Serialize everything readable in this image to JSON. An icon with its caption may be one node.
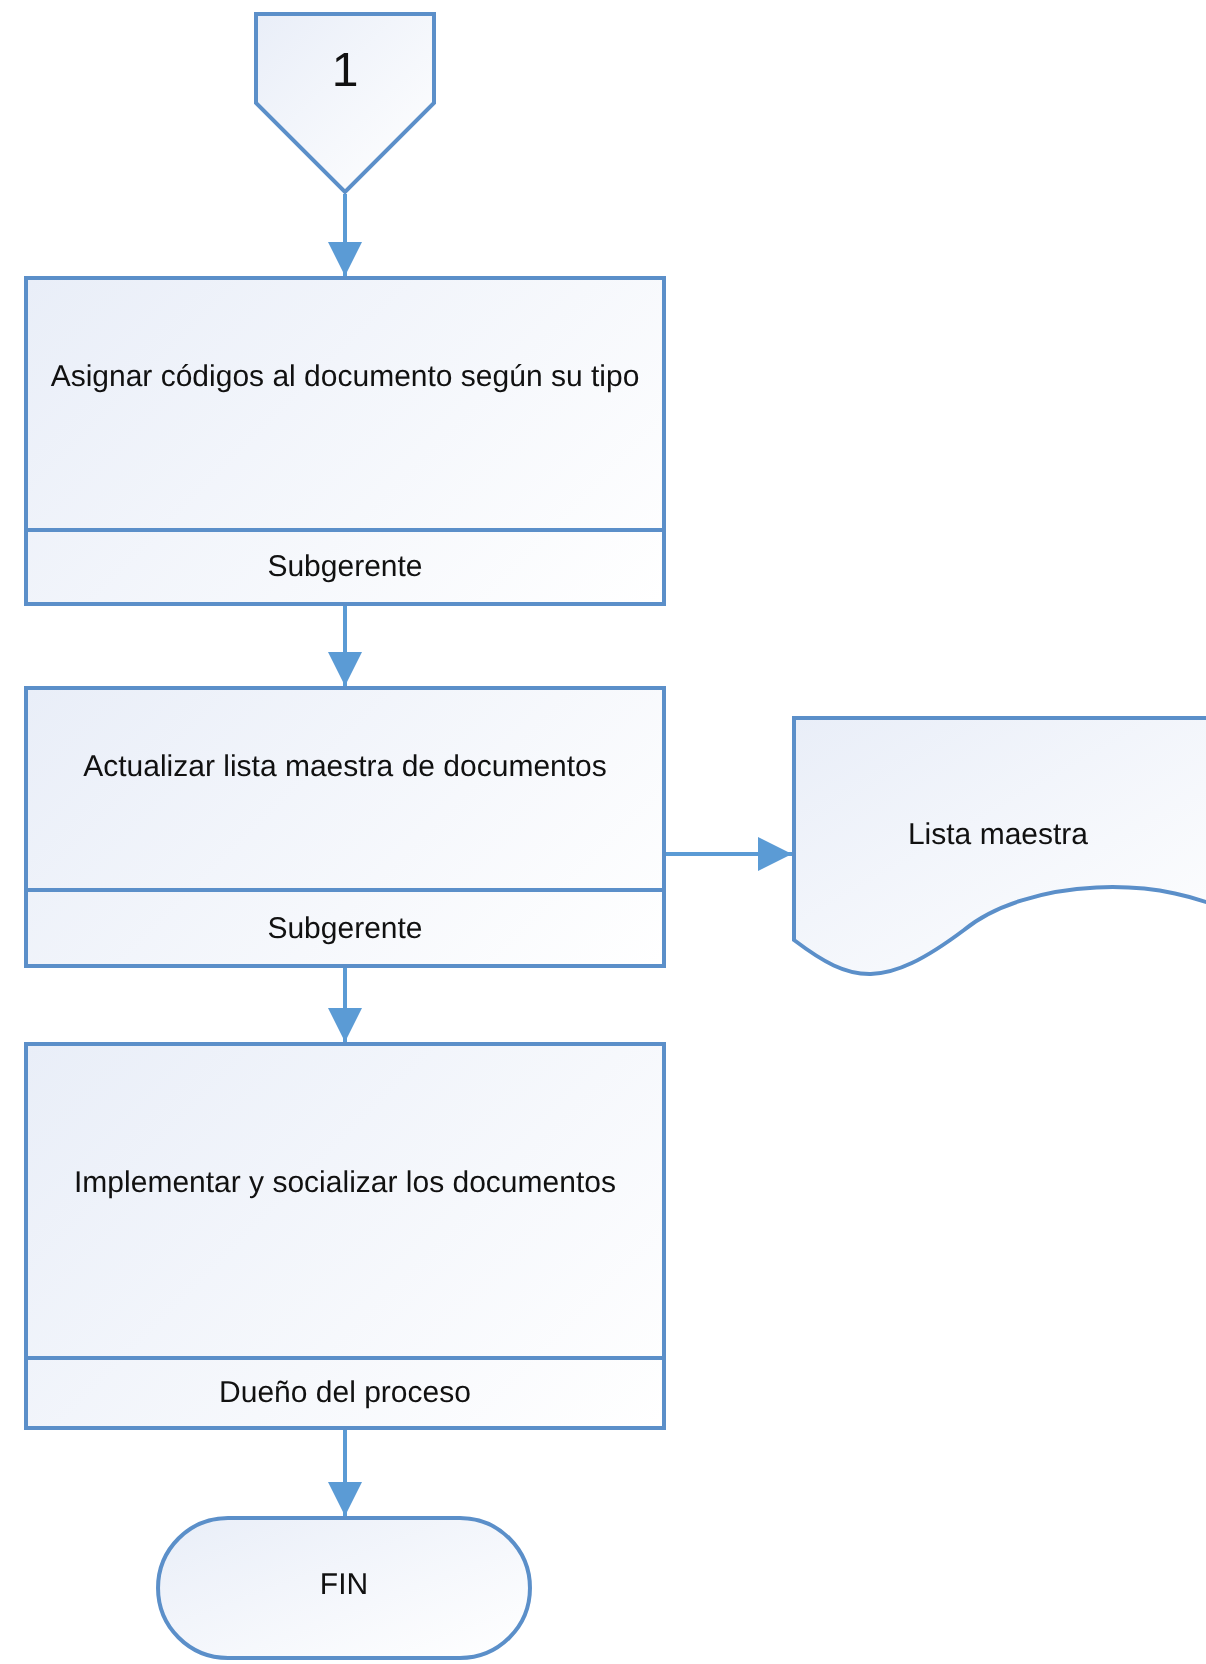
{
  "diagram": {
    "nodes": [
      {
        "text": [
          "1"
        ]
      },
      {
        "text": [
          "Asignar códigos al documento según su tipo",
          "Subgerente"
        ]
      },
      {
        "text": [
          "Actualizar lista maestra de documentos",
          "Subgerente"
        ]
      },
      {
        "text": [
          "Lista maestra"
        ]
      },
      {
        "text": [
          "Implementar y socializar los documentos",
          "Dueño del proceso"
        ]
      },
      {
        "text": [
          "FIN"
        ]
      }
    ],
    "edges": [
      {
        "from": 0,
        "to": 1,
        "arrow": "to"
      },
      {
        "from": 1,
        "to": 2,
        "arrow": "to"
      },
      {
        "from": 2,
        "to": 3,
        "arrow": "to"
      },
      {
        "from": 2,
        "to": 4,
        "arrow": "to"
      },
      {
        "from": 4,
        "to": 5,
        "arrow": "to"
      }
    ]
  }
}
